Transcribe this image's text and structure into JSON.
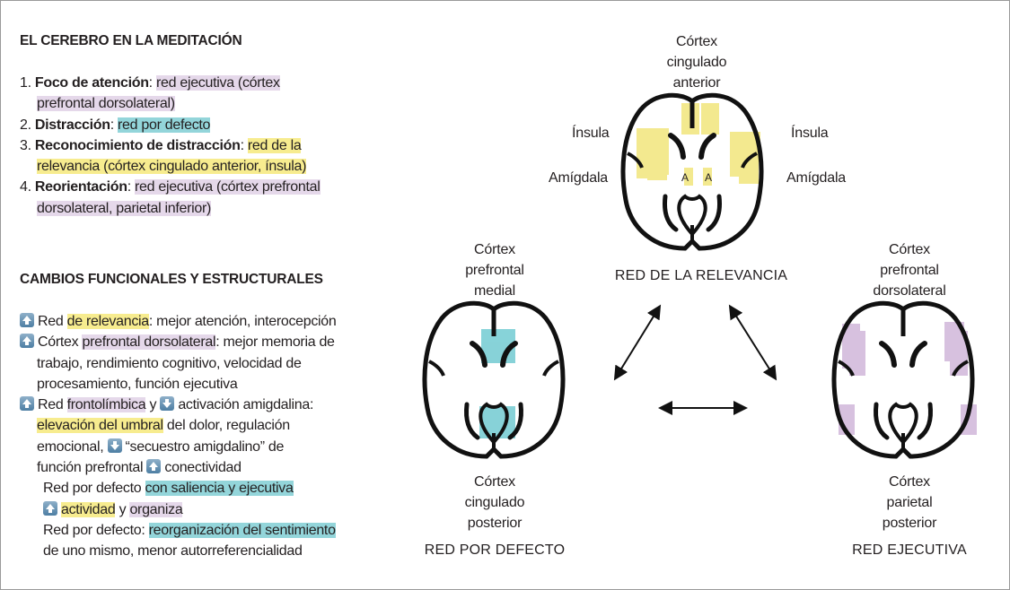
{
  "colors": {
    "relevance": "#f7ec8f",
    "executive": "#e5d8ea",
    "default": "#93d5da",
    "icon": "#5a88ab"
  },
  "section1": {
    "title": "EL CEREBRO EN LA MEDITACIÓN",
    "lines": [
      [
        {
          "t": "1. "
        },
        {
          "t": "Foco de atención",
          "b": 1
        },
        {
          "t": ": "
        },
        {
          "t": "red ejecutiva (córtex ",
          "hl": "p"
        }
      ],
      [
        {
          "t": "prefrontal dorsolateral)",
          "hl": "p",
          "ind": 1
        }
      ],
      [
        {
          "t": "2. "
        },
        {
          "t": "Distracción",
          "b": 1
        },
        {
          "t": ": "
        },
        {
          "t": "red por defecto",
          "hl": "t"
        }
      ],
      [
        {
          "t": "3. "
        },
        {
          "t": "Reconocimiento de distracción",
          "b": 1
        },
        {
          "t": ": "
        },
        {
          "t": "red de la ",
          "hl": "y"
        }
      ],
      [
        {
          "t": "relevancia (córtex cingulado anterior, ínsula)",
          "hl": "y",
          "ind": 1
        }
      ],
      [
        {
          "t": "4. "
        },
        {
          "t": "Reorientación",
          "b": 1
        },
        {
          "t": ": "
        },
        {
          "t": "red ejecutiva (córtex prefrontal",
          "hl": "p"
        }
      ],
      [
        {
          "t": "dorsolateral, parietal inferior)",
          "hl": "p",
          "ind": 1
        }
      ]
    ]
  },
  "section2": {
    "title": "CAMBIOS FUNCIONALES Y ESTRUCTURALES",
    "lines": [
      [
        {
          "icon": "up"
        },
        {
          "t": "Red "
        },
        {
          "t": "de relevancia",
          "hl": "y"
        },
        {
          "t": ": mejor atención, interocepción"
        }
      ],
      [
        {
          "icon": "up"
        },
        {
          "t": "Córtex "
        },
        {
          "t": "prefrontal dorsolateral",
          "hl": "p"
        },
        {
          "t": ": mejor memoria de"
        }
      ],
      [
        {
          "t": "trabajo, rendimiento cognitivo, velocidad de",
          "ind": 1
        }
      ],
      [
        {
          "t": "procesamiento, función ejecutiva",
          "ind": 1
        }
      ],
      [
        {
          "icon": "up"
        },
        {
          "t": "Red "
        },
        {
          "t": "frontolímbica",
          "hl": "p"
        },
        {
          "t": " y "
        },
        {
          "icon": "down"
        },
        {
          "t": "activación amigdalina:"
        }
      ],
      [
        {
          "t": "elevación del umbral",
          "hl": "y",
          "ind": 1
        },
        {
          "t": " del dolor, regulación"
        }
      ],
      [
        {
          "t": "emocional, ",
          "ind": 1
        },
        {
          "icon": "down"
        },
        {
          "t": "“secuestro amigdalino” de"
        }
      ],
      [
        {
          "t": "función prefrontal ",
          "ind": 1
        },
        {
          "icon": "up"
        },
        {
          "t": "conectividad"
        }
      ],
      [
        {
          "t": "Red por defecto ",
          "ind": 2
        },
        {
          "t": "con saliencia y ejecutiva",
          "hl": "t"
        }
      ],
      [
        {
          "icon": "up",
          "ind": 2
        },
        {
          "t": "actividad",
          "hl": "y"
        },
        {
          "t": " y "
        },
        {
          "t": "organiza",
          "hl": "p"
        }
      ],
      [
        {
          "t": "Red por defecto: ",
          "ind": 2
        },
        {
          "t": "reorganización del sentimiento",
          "hl": "t"
        }
      ],
      [
        {
          "t": "de uno mismo, menor autorreferencialidad",
          "ind": 2
        }
      ]
    ]
  },
  "diagram": {
    "top": {
      "label_top": "Córtex\ncingulado\nanterior",
      "label_insula_l": "Ínsula",
      "label_insula_r": "Ínsula",
      "label_amyg_l": "Amígdala",
      "label_amyg_r": "Amígdala",
      "amyg_mark": "A",
      "network": "RED DE LA RELEVANCIA"
    },
    "left": {
      "label_top": "Córtex\nprefrontal\nmedial",
      "label_bottom": "Córtex\ncingulado\nposterior",
      "network": "RED POR DEFECTO"
    },
    "right": {
      "label_top": "Córtex\nprefrontal\ndorsolateral",
      "label_bottom": "Córtex\nparietal\nposterior",
      "network": "RED EJECUTIVA"
    }
  }
}
